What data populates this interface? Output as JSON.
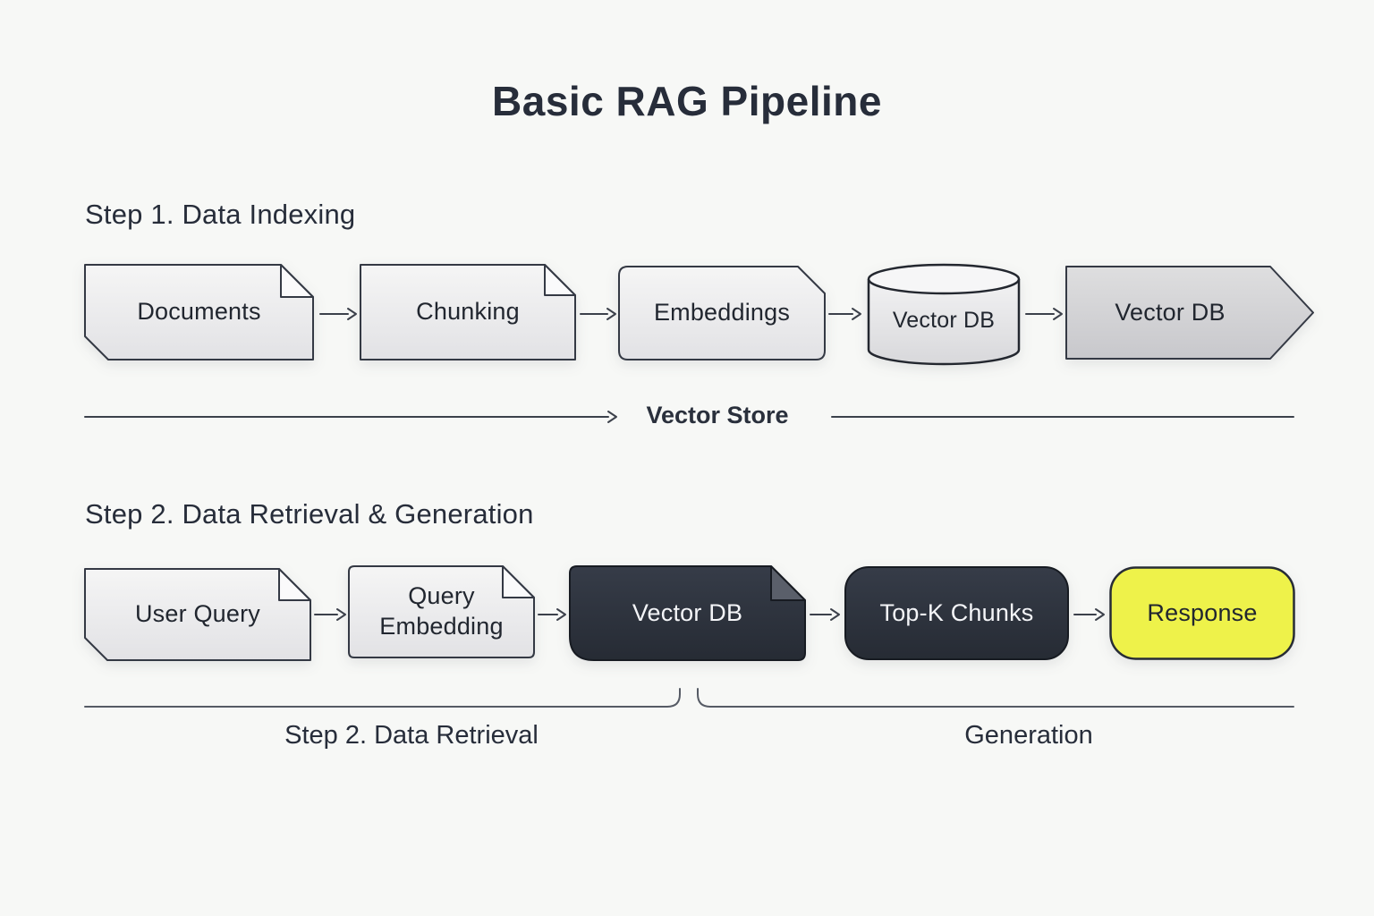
{
  "title": "Basic RAG Pipeline",
  "colors": {
    "background": "#f7f8f6",
    "node_light_fill": "#ededee",
    "node_gray_fill": "#d6d6d9",
    "node_dark_fill": "#2d323c",
    "node_yellow_fill": "#eef24a",
    "outline": "#343944",
    "text_dark": "#272d3a",
    "text_light": "#f4f5f8",
    "connector": "#3c414b"
  },
  "icons": {
    "flow_arrow": "right-arrow",
    "document_shape": "folded-corner-document",
    "database_shape": "cylinder"
  },
  "step1": {
    "heading": "Step 1. Data Indexing",
    "nodes": [
      {
        "label": "Documents"
      },
      {
        "label": "Chunking"
      },
      {
        "label": "Embeddings"
      },
      {
        "label": "Vector DB"
      },
      {
        "label": "Vector DB"
      }
    ],
    "store_label": "Vector Store"
  },
  "step2": {
    "heading": "Step 2. Data Retrieval & Generation",
    "nodes": [
      {
        "label": "User Query"
      },
      {
        "label": "Query Embedding",
        "lines": [
          "Query",
          "Embedding"
        ]
      },
      {
        "label": "Vector DB"
      },
      {
        "label": "Top-K Chunks"
      },
      {
        "label": "Response"
      }
    ],
    "bracket_left_label": "Step 2. Data Retrieval",
    "bracket_right_label": "Generation"
  }
}
